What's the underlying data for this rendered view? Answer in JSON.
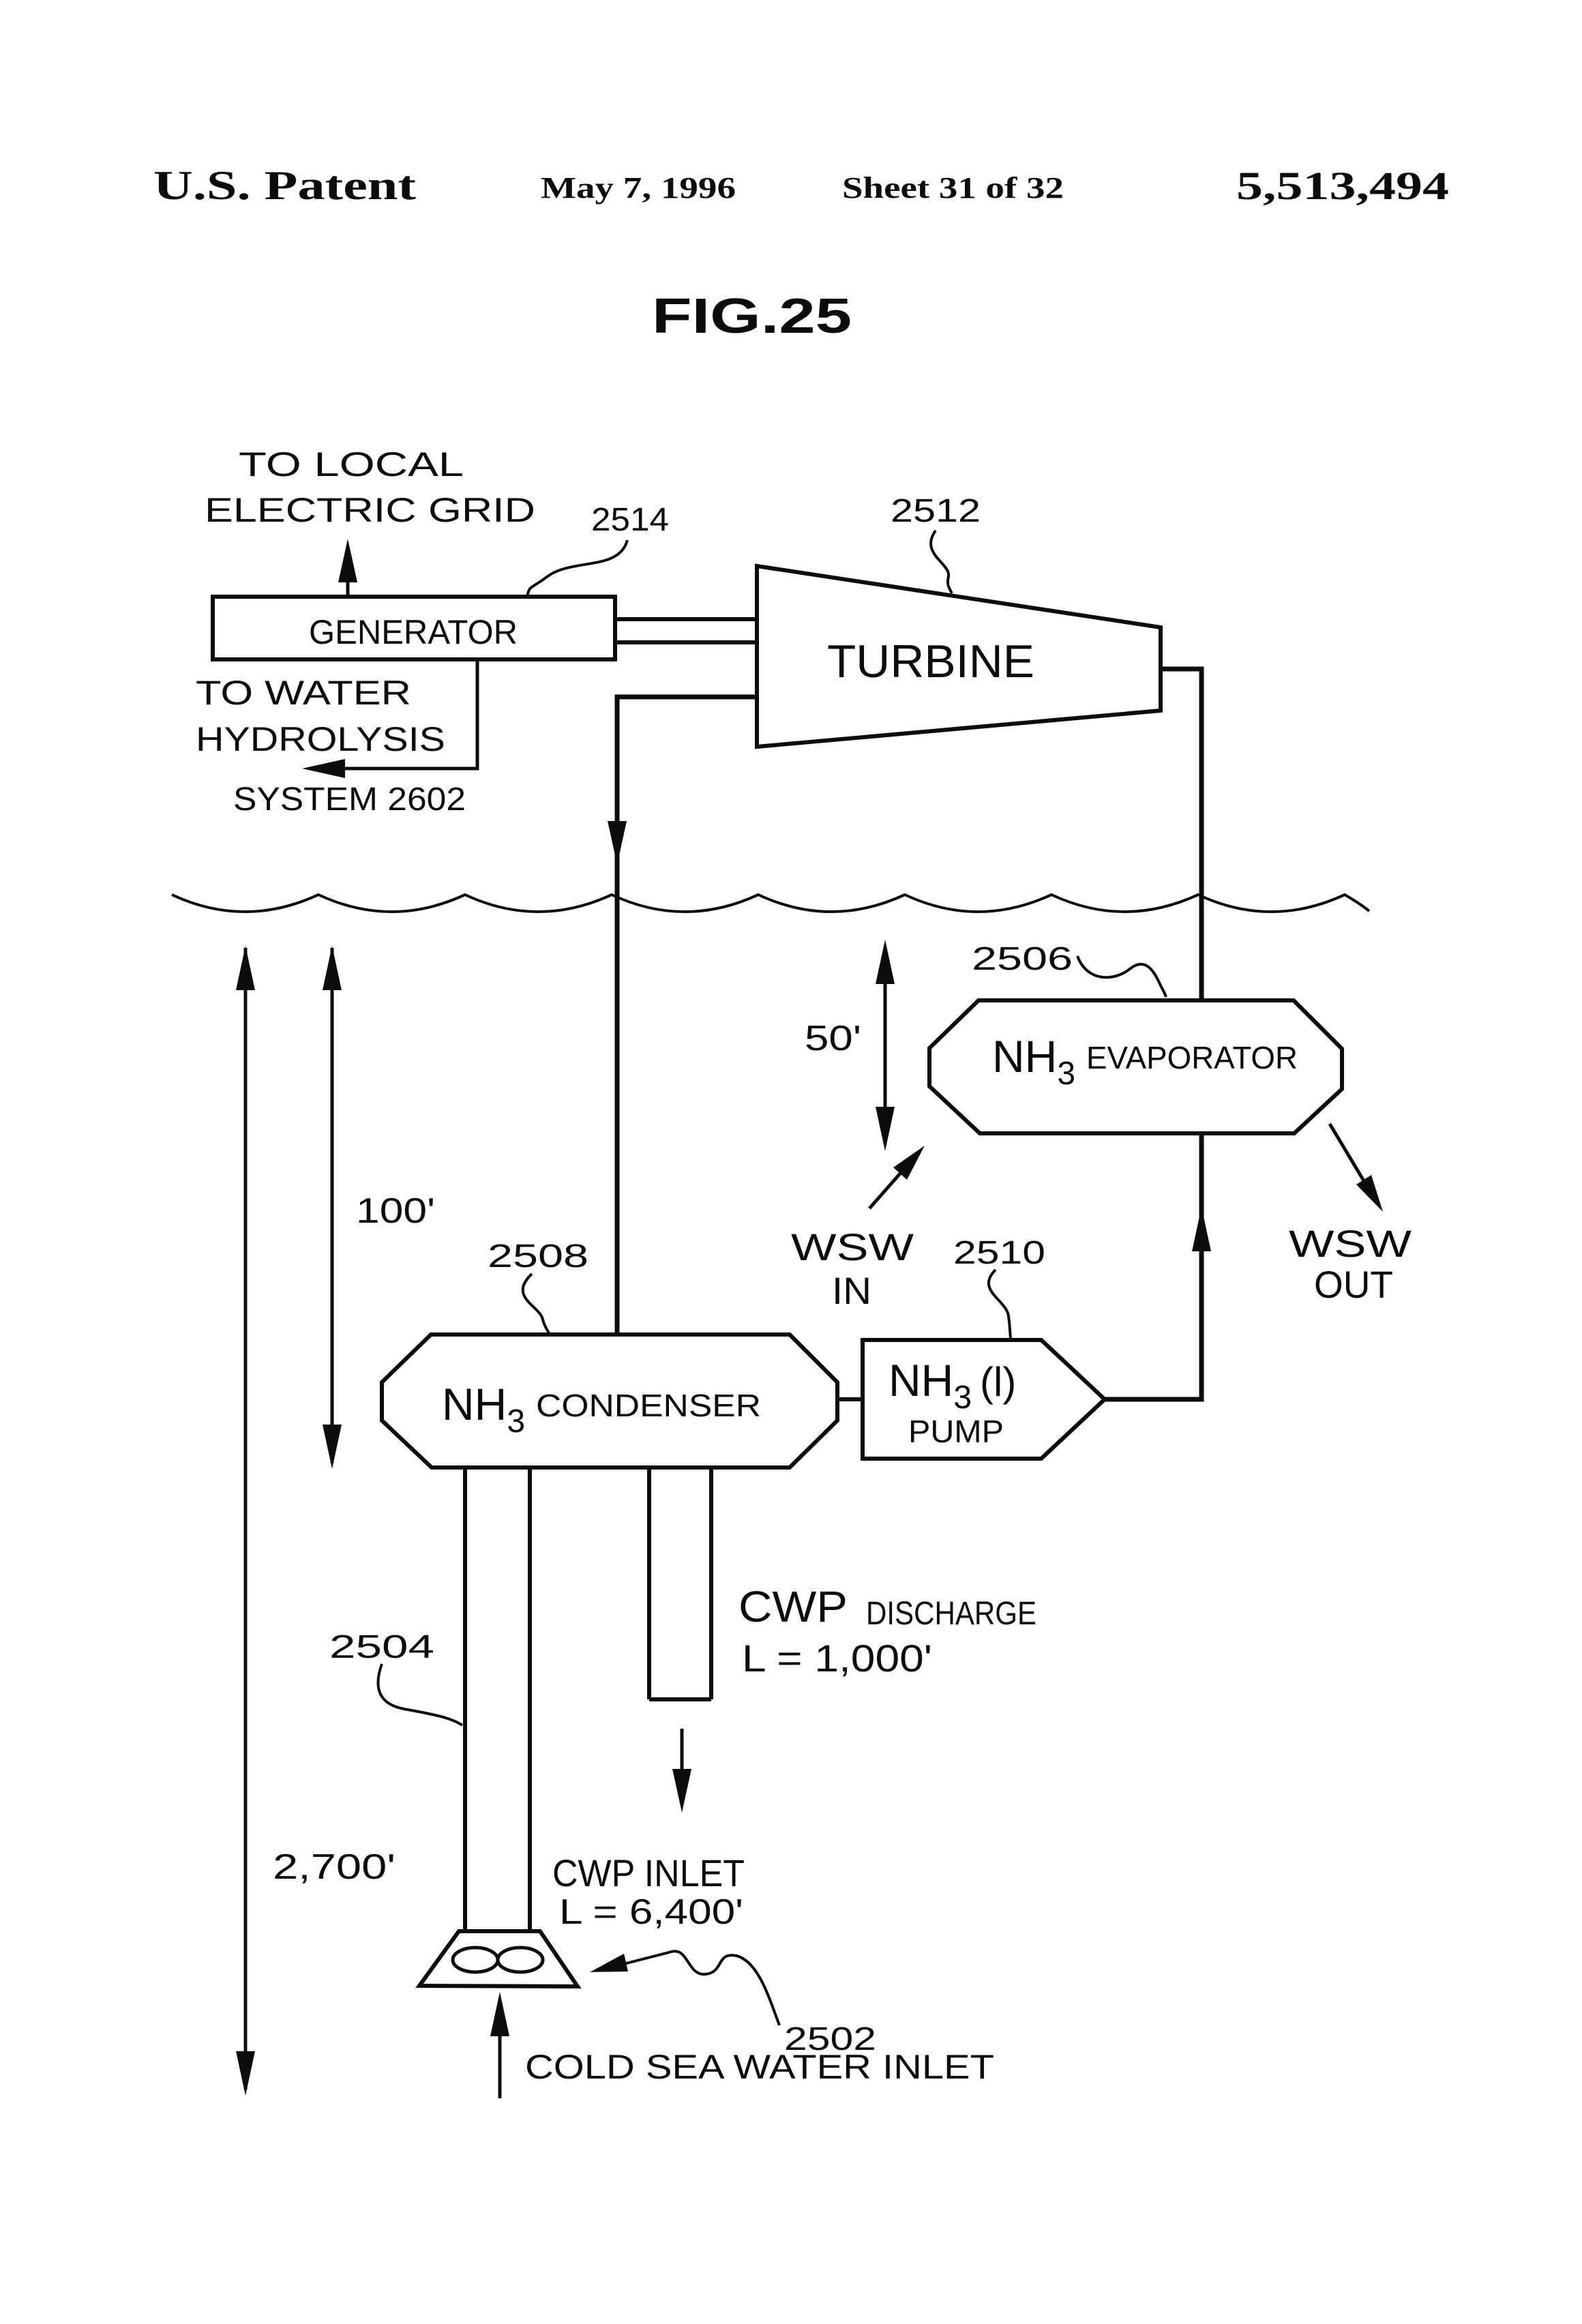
{
  "header": {
    "title": "U.S. Patent",
    "date": "May 7, 1996",
    "sheet": "Sheet 31 of 32",
    "patent_number": "5,513,494"
  },
  "figure": {
    "title": "FIG.25"
  },
  "labels": {
    "to_local_grid_line1": "TO LOCAL",
    "to_local_grid_line2": "ELECTRIC GRID",
    "generator": "GENERATOR",
    "generator_ref": "2514",
    "turbine": "TURBINE",
    "turbine_ref": "2512",
    "to_water_line1": "TO WATER",
    "to_water_line2": "HYDROLYSIS",
    "to_water_line3": "SYSTEM 2602",
    "evaporator_ref": "2506",
    "evaporator_prefix": "NH",
    "evaporator_sub": "3",
    "evaporator_name": "EVAPORATOR",
    "condenser_ref": "2508",
    "condenser_prefix": "NH",
    "condenser_sub": "3",
    "condenser_name": "CONDENSER",
    "pump_ref": "2510",
    "pump_prefix": "NH",
    "pump_sub": "3",
    "pump_liquid": "(l)",
    "pump_name": "PUMP",
    "wsw_in_line1": "WSW",
    "wsw_in_line2": "IN",
    "wsw_out_line1": "WSW",
    "wsw_out_line2": "OUT",
    "depth_50": "50'",
    "depth_100": "100'",
    "depth_2700": "2,700'",
    "cwp_discharge_main": "CWP",
    "cwp_discharge_rest": "DISCHARGE",
    "cwp_discharge_length": "L = 1,000'",
    "cwp_pipe_ref": "2504",
    "cwp_inlet_label": "CWP INLET",
    "cwp_inlet_length": "L = 6,400'",
    "inlet_screen_ref": "2502",
    "cold_inlet": "COLD SEA WATER INLET"
  }
}
